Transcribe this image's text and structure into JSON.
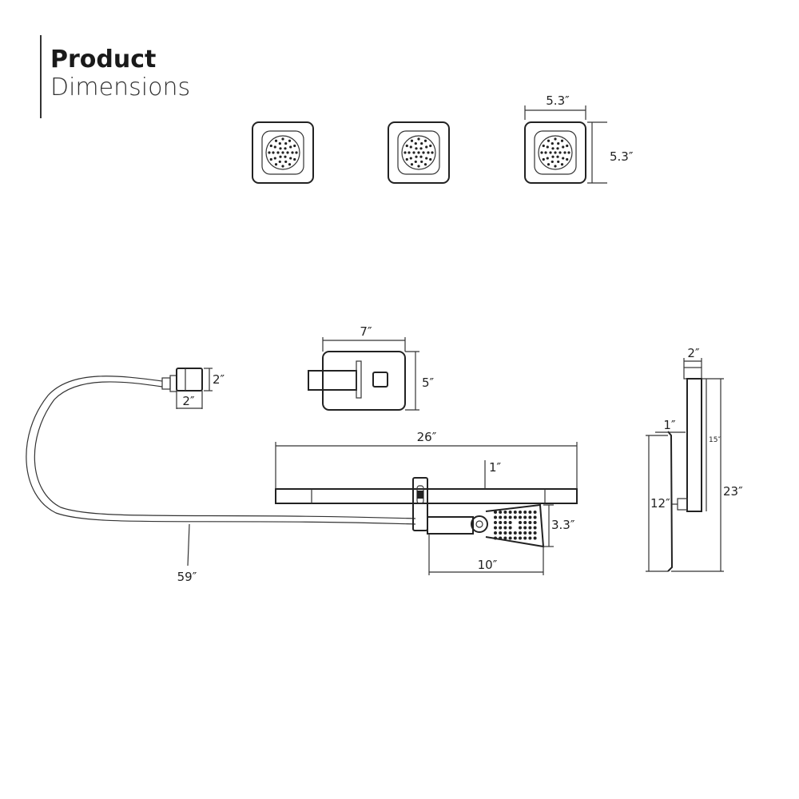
{
  "header": {
    "title_line1": "Product",
    "title_line2": "Dimensions"
  },
  "body_jets": {
    "width_label": "5.3″",
    "height_label": "5.3″"
  },
  "control_panel": {
    "width_label": "7″",
    "height_label": "5″"
  },
  "hand_shower": {
    "hose_length_label": "59″",
    "connector_height_label": "2″",
    "connector_width_label": "2″"
  },
  "slide_bar": {
    "length_label": "26″",
    "depth_label": "1″",
    "handheld_length_label": "10″",
    "handheld_height_label": "3.3″"
  },
  "rain_head_side": {
    "arm_width_label": "2″",
    "offset_label": "1″",
    "arm_drop_label": "15″",
    "total_height_label": "23″",
    "head_height_label": "12″"
  }
}
